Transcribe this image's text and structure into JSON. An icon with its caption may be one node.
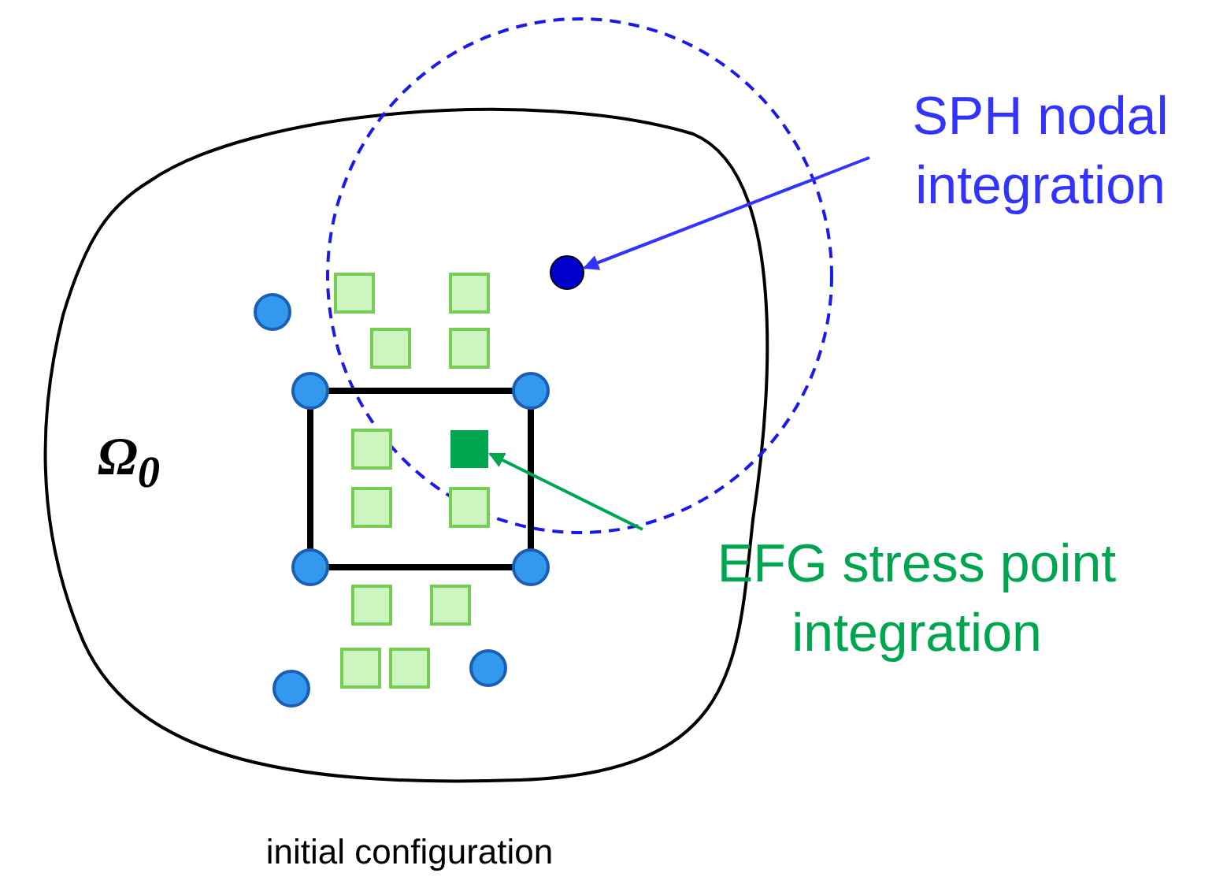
{
  "diagram": {
    "caption": "initial configuration",
    "nodes": [
      {
        "text": [
          "SPH nodal integration"
        ]
      },
      {
        "text": [],
        "shape": "circle"
      },
      {
        "text": [
          "EFG stress point integration"
        ]
      },
      {
        "text": [],
        "shape": "box"
      }
    ],
    "edges": [
      {
        "from": 0,
        "to": 1,
        "arrow": "to",
        "color": "#3333ff"
      },
      {
        "from": 2,
        "to": 3,
        "arrow": "to",
        "color": "#00a550"
      }
    ],
    "labels": [
      "Ω$_{0}$"
    ]
  }
}
